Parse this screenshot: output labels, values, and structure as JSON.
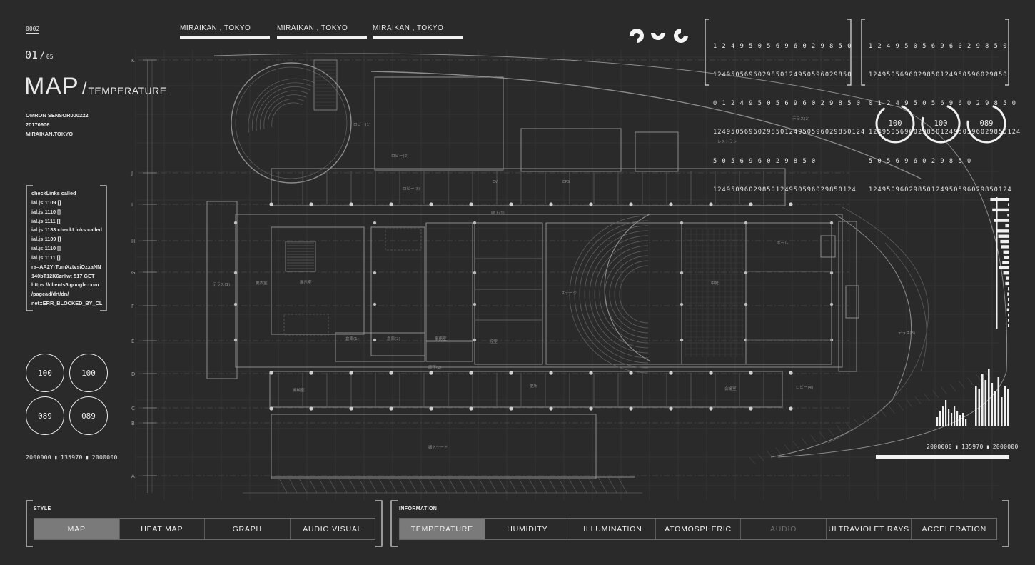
{
  "header": {
    "code": "0002",
    "page_current": "01",
    "page_sep": "/",
    "page_total": "05",
    "title": "MAP",
    "title_sep": "/",
    "subtitle": "TEMPERATURE",
    "info_lines": [
      "OMRON SENSOR000222",
      "20170906",
      "MIRAIKAN.TOKYO"
    ]
  },
  "locations": [
    "MIRAIKAN , TOKYO",
    "MIRAIKAN , TOKYO",
    "MIRAIKAN , TOKYO"
  ],
  "number_grids": [
    [
      "1 2 4 9 5 0 5 6 9 6 0 2 9 8 5 0",
      "1249505696029850124950596029850",
      "0 1 2 4 9 5 0 5 6 9 6 0 2 9 8 5 0",
      "1249505696029850124950596029850124",
      "5 0 5 6 9 6 0 2 9 8 5 0",
      "12495096029850124950596029850124"
    ],
    [
      "1 2 4 9 5 0 5 6 9 6 0 2 9 8 5 0",
      "1249505696029850124950596029850",
      "0 1 2 4 9 5 0 5 6 9 6 0 2 9 8 5 0",
      "1249505696029850124950596029850124",
      "5 0 5 6 9 6 0 2 9 8 5 0",
      "12495096029850124950596029850124"
    ]
  ],
  "console_log": [
    "checkLinks called",
    "ial.js:1109 []",
    "ial.js:1110 []",
    "ial.js:1111 []",
    "ial.js:1183 checkLinks called",
    "ial.js:1109 []",
    "ial.js:1110 []",
    "ial.js:1111 []",
    "ra=AA2YrTumXztvsiOzxaNN",
    "140bT12K6zrllw: 517 GET",
    "https://clients5.google.com",
    "/pagead/drt/dn/",
    "net::ERR_BLOCKED_BY_CL"
  ],
  "left_gauges": [
    "100",
    "100",
    "089",
    "089"
  ],
  "right_gauges": [
    {
      "label": "100",
      "level": 0.85
    },
    {
      "label": "100",
      "level": 0.75
    },
    {
      "label": "089",
      "level": 0.72
    }
  ],
  "left_counter": [
    "2000000",
    "135970",
    "2000000"
  ],
  "right_counter": [
    "2000000",
    "135970",
    "2000000"
  ],
  "vertical_bars": [
    0.95,
    0.05,
    0.85,
    0.1,
    0.75,
    0.2,
    0.6,
    0.55,
    0.45,
    0.4,
    0.3,
    0.25,
    0.35,
    0.5,
    0.3,
    0.15,
    0.2,
    0.05,
    0.1,
    0.02,
    0.08,
    0.12,
    0.02,
    0.04,
    0.01
  ],
  "bar_chart_left": [
    0.2,
    0.35,
    0.45,
    0.6,
    0.4,
    0.3,
    0.45,
    0.35,
    0.25,
    0.3,
    0.15
  ],
  "bar_chart_right": [
    0.7,
    0.65,
    0.9,
    0.8,
    1.0,
    0.75,
    0.6,
    0.85,
    0.5,
    0.7,
    0.65
  ],
  "style": {
    "label": "STYLE",
    "tabs": [
      "MAP",
      "HEAT MAP",
      "GRAPH",
      "AUDIO VISUAL"
    ],
    "active": 0
  },
  "information": {
    "label": "INFORMATION",
    "tabs": [
      "TEMPERATURE",
      "HUMIDITY",
      "ILLUMINATION",
      "ATOMOSPHERIC",
      "AUDIO",
      "ULTRAVIOLET RAYS",
      "ACCELERATION"
    ],
    "active": 0,
    "disabled": [
      4
    ]
  },
  "map": {
    "row_labels": [
      "K",
      "J",
      "I",
      "H",
      "G",
      "F",
      "E",
      "D",
      "C",
      "B",
      "A"
    ],
    "room_labels": [
      "ロビー(1)",
      "ロビー(2)",
      "ロビー(3)",
      "ロビー(4)",
      "ステージ",
      "レストラン",
      "テラス(1)",
      "テラス(2)",
      "テラス(3)",
      "中庭",
      "搬入ヤード",
      "展示室",
      "倉庫(1)",
      "倉庫(2)",
      "事務室",
      "更衣室",
      "機械室",
      "廊下(1)",
      "廊下(2)",
      "ホール",
      "控室",
      "会議室",
      "便所",
      "EV",
      "EPS"
    ]
  },
  "colors": {
    "background": "#2a2a2a",
    "line": "#9a9a9a",
    "text": "#e8e8e8",
    "active_tab": "#7a7a7a"
  }
}
